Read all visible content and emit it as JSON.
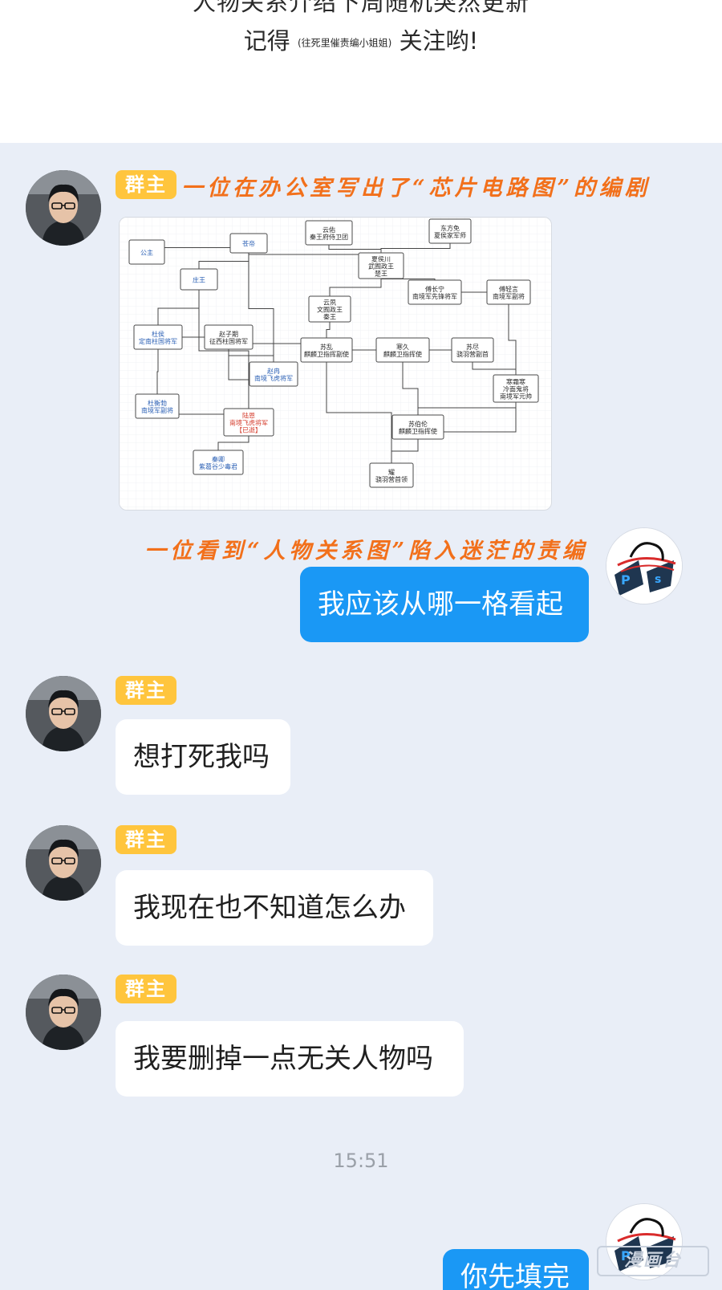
{
  "header": {
    "line1": "人物关系介绍下周随机突然更新",
    "line2_prefix": "记得",
    "line2_small": "(往死里催责编小姐姐)",
    "line2_suffix": "关注哟!"
  },
  "captions": {
    "writer": "一位在办公室写出了“芯片电路图”的编剧",
    "editor": "一位看到“人物关系图”陷入迷茫的责编"
  },
  "role_tag": "群主",
  "messages": [
    {
      "side": "out",
      "text": "我应该从哪一格看起"
    },
    {
      "side": "in",
      "text": "想打死我吗"
    },
    {
      "side": "in",
      "text": "我现在也不知道怎么办"
    },
    {
      "side": "in",
      "text": "我要删掉一点无关人物吗"
    },
    {
      "side": "out",
      "text": "你先填完"
    }
  ],
  "timestamp": "15:51",
  "watermark": "漫画台",
  "chart_nodes": [
    {
      "id": "gongzhu",
      "lines": [
        "公主"
      ],
      "style": "blue"
    },
    {
      "id": "cangdi",
      "lines": [
        "苍帝"
      ],
      "style": "blue"
    },
    {
      "id": "yunyou",
      "lines": [
        "云佑",
        "秦王府侍卫团"
      ],
      "style": "black"
    },
    {
      "id": "dongfang",
      "lines": [
        "东方免",
        "夏侯家军师"
      ],
      "style": "black"
    },
    {
      "id": "xiahou",
      "lines": [
        "夏侯川",
        "武囿政王",
        "楚王"
      ],
      "style": "black"
    },
    {
      "id": "zhuangwang",
      "lines": [
        "庄王"
      ],
      "style": "blue"
    },
    {
      "id": "fuchangning",
      "lines": [
        "傅长宁",
        "南境军先锋将军"
      ],
      "style": "black"
    },
    {
      "id": "fuqingyan",
      "lines": [
        "傅轻言",
        "南境军副将"
      ],
      "style": "black"
    },
    {
      "id": "yunkai",
      "lines": [
        "云夙",
        "文囿政王",
        "秦王"
      ],
      "style": "black"
    },
    {
      "id": "duyou",
      "lines": [
        "杜侯",
        "定南柱国将军"
      ],
      "style": "blue"
    },
    {
      "id": "zhaozi",
      "lines": [
        "赵子期",
        "征西柱国将军"
      ],
      "style": "black"
    },
    {
      "id": "suyun",
      "lines": [
        "苏乱",
        "麒麟卫指挥副使"
      ],
      "style": "black"
    },
    {
      "id": "hanjiu",
      "lines": [
        "寒久",
        "麒麟卫指挥使"
      ],
      "style": "black"
    },
    {
      "id": "sujin",
      "lines": [
        "苏尽",
        "骁羽营副首"
      ],
      "style": "black"
    },
    {
      "id": "zhaodan",
      "lines": [
        "赵冉",
        "南境飞虎将军"
      ],
      "style": "blue"
    },
    {
      "id": "hanshuang",
      "lines": [
        "寒霜寒",
        "冷面鬼将",
        "南境军元帅"
      ],
      "style": "black"
    },
    {
      "id": "dumou",
      "lines": [
        "杜衡勃",
        "南境军副将"
      ],
      "style": "blue"
    },
    {
      "id": "lushen",
      "lines": [
        "陆恩",
        "南境飞虎将军",
        "【已逝】"
      ],
      "style": "red"
    },
    {
      "id": "subolun",
      "lines": [
        "苏伯伦",
        "麒麟卫指挥使"
      ],
      "style": "black"
    },
    {
      "id": "qinqing",
      "lines": [
        "秦卿",
        "紫葛谷少毒君"
      ],
      "style": "blue"
    },
    {
      "id": "yao",
      "lines": [
        "耀",
        "骁羽营首领"
      ],
      "style": "black"
    }
  ]
}
